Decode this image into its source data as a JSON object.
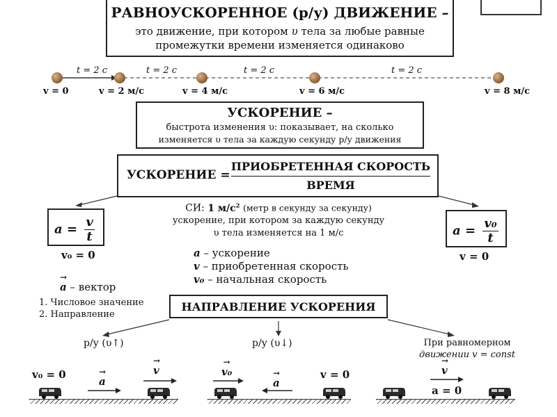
{
  "header": {
    "title": "РАВНОУСКОРЕННОЕ (р/у) ДВИЖЕНИЕ –",
    "line1": "это движение, при котором",
    "line1_var": "υ",
    "line1_end": "тела за любые равные",
    "line2": "промежутки времени изменяется одинаково"
  },
  "timeline": {
    "intervals": [
      "t = 2 c",
      "t = 2 c",
      "t = 2 c",
      "t = 2 c"
    ],
    "speeds": [
      "v = 0",
      "v = 2 м/с",
      "v = 4 м/с",
      "v = 6 м/с",
      "v = 8 м/с"
    ]
  },
  "accel_def": {
    "title": "УСКОРЕНИЕ –",
    "line1": "быстрота изменения υ: показывает, на сколько",
    "line2": "изменяется υ тела за каждую секунду р/у движения"
  },
  "formula": {
    "left": "УСКОРЕНИЕ =",
    "numerator": "ПРИОБРЕТЕННАЯ СКОРОСТЬ",
    "denominator": "ВРЕМЯ"
  },
  "si": {
    "prefix": "СИ:",
    "unit": "1 м/с",
    "unit_exp": "2",
    "note": "(метр в секунду за секунду)",
    "line2": "ускорение, при котором за каждую секунду",
    "line3": "υ тела изменяется на 1 м/с"
  },
  "left_formula": {
    "a": "a",
    "eq": "=",
    "num": "v",
    "den": "t",
    "cond": "v₀ = 0"
  },
  "right_formula": {
    "a": "a",
    "eq": "=",
    "num": "v₀",
    "den": "t",
    "cond": "v = 0"
  },
  "legend": [
    {
      "sym": "a",
      "text": "– ускорение"
    },
    {
      "sym": "v",
      "text": "– приобретенная скорость"
    },
    {
      "sym": "v₀",
      "text": "– начальная скорость"
    }
  ],
  "vector_note": {
    "sym": "a",
    "label": "– вектор",
    "items": [
      "1. Числовое значение",
      "2. Направление"
    ]
  },
  "direction": {
    "title": "НАПРАВЛЕНИЕ УСКОРЕНИЯ",
    "case_left": "р/у (υ↑)",
    "case_mid": "р/у (υ↓)",
    "case_right_1": "При равномерном",
    "case_right_2": "движении v = const"
  },
  "scenes": {
    "left": {
      "v0": "v₀ = 0",
      "a": "a",
      "v": "v"
    },
    "mid": {
      "v0": "v₀",
      "a": "a",
      "v": "v = 0"
    },
    "right": {
      "v": "v",
      "a": "a = 0"
    }
  }
}
